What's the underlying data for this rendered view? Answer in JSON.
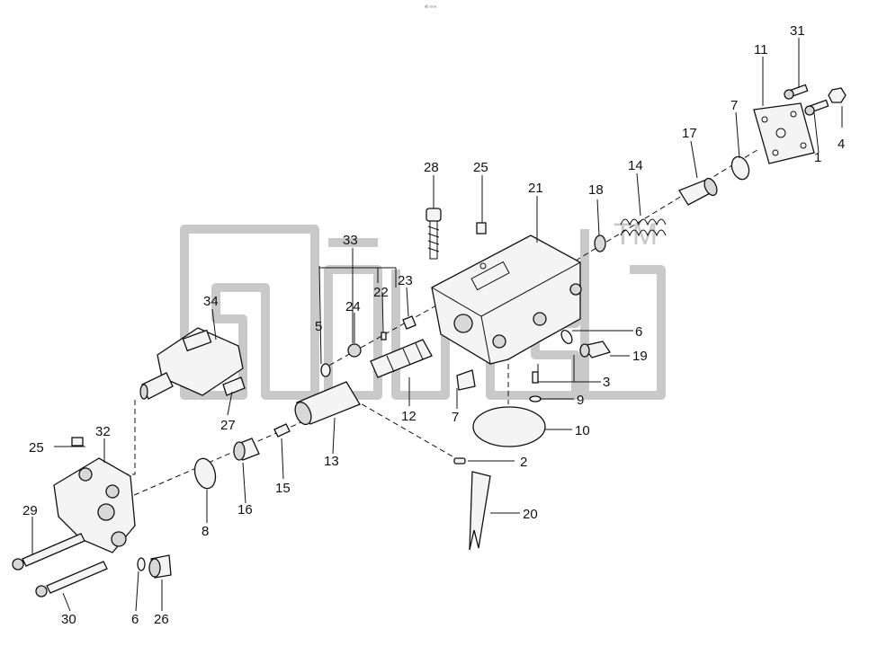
{
  "header": {
    "note": "ᵃᵇ ᵒᵒᵒ"
  },
  "watermark": {
    "tm": "TM"
  },
  "callouts": [
    {
      "id": "c31",
      "text": "31"
    },
    {
      "id": "c11",
      "text": "11"
    },
    {
      "id": "c7a",
      "text": "7"
    },
    {
      "id": "c4",
      "text": "4"
    },
    {
      "id": "c1",
      "text": "1"
    },
    {
      "id": "c17",
      "text": "17"
    },
    {
      "id": "c14",
      "text": "14"
    },
    {
      "id": "c18",
      "text": "18"
    },
    {
      "id": "c28",
      "text": "28"
    },
    {
      "id": "c25a",
      "text": "25"
    },
    {
      "id": "c21",
      "text": "21"
    },
    {
      "id": "c33",
      "text": "33"
    },
    {
      "id": "c22",
      "text": "22"
    },
    {
      "id": "c23",
      "text": "23"
    },
    {
      "id": "c5",
      "text": "5"
    },
    {
      "id": "c24",
      "text": "24"
    },
    {
      "id": "c34",
      "text": "34"
    },
    {
      "id": "c6a",
      "text": "6"
    },
    {
      "id": "c19",
      "text": "19"
    },
    {
      "id": "c3",
      "text": "3"
    },
    {
      "id": "c9",
      "text": "9"
    },
    {
      "id": "c12",
      "text": "12"
    },
    {
      "id": "c7b",
      "text": "7"
    },
    {
      "id": "c10",
      "text": "10"
    },
    {
      "id": "c27",
      "text": "27"
    },
    {
      "id": "c13",
      "text": "13"
    },
    {
      "id": "c2",
      "text": "2"
    },
    {
      "id": "c25b",
      "text": "25"
    },
    {
      "id": "c32",
      "text": "32"
    },
    {
      "id": "c16",
      "text": "16"
    },
    {
      "id": "c15",
      "text": "15"
    },
    {
      "id": "c20",
      "text": "20"
    },
    {
      "id": "c29",
      "text": "29"
    },
    {
      "id": "c8",
      "text": "8"
    },
    {
      "id": "c30",
      "text": "30"
    },
    {
      "id": "c6b",
      "text": "6"
    },
    {
      "id": "c26",
      "text": "26"
    }
  ]
}
